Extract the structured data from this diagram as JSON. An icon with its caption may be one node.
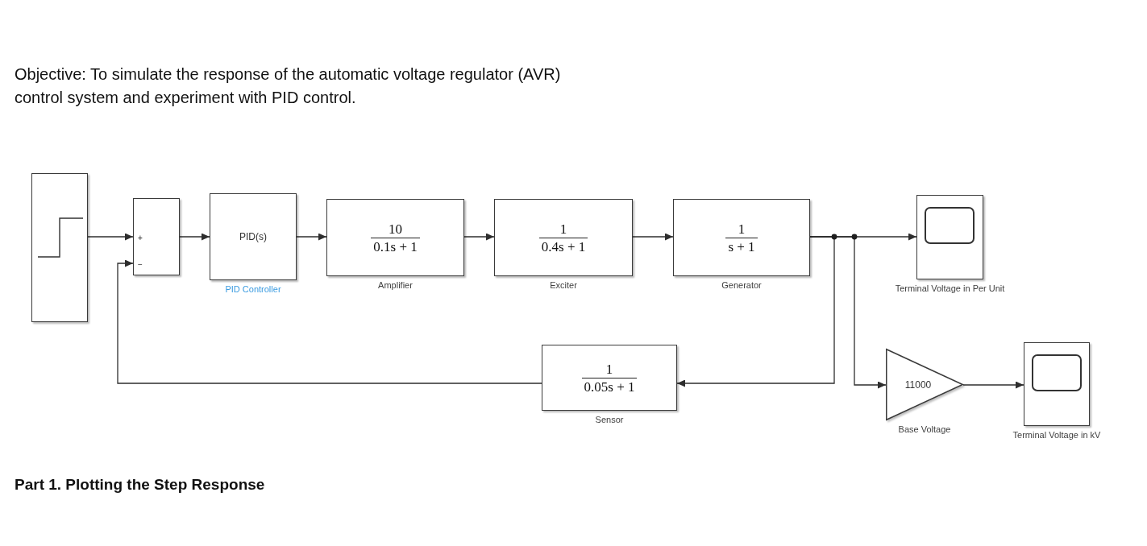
{
  "diagram": {
    "nodes": [
      {
        "text": [],
        "shape": "box"
      },
      {
        "text": [
          "+",
          "−"
        ]
      },
      {
        "text": [
          "PID(s)"
        ],
        "beside": [
          "PID Controller"
        ]
      },
      {
        "text": [
          "10",
          "0.1s + 1"
        ],
        "beside": [
          "Amplifier"
        ]
      },
      {
        "text": [
          "1",
          "0.4s + 1"
        ],
        "beside": [
          "Exciter"
        ]
      },
      {
        "text": [
          "1",
          "s + 1"
        ],
        "beside": [
          "Generator"
        ]
      },
      {
        "text": [],
        "shape": "box",
        "beside": [
          "Terminal Voltage in Per Unit"
        ]
      },
      {
        "text": [
          "1",
          "0.05s + 1"
        ],
        "beside": [
          "Sensor"
        ]
      },
      {
        "text": [
          "11000"
        ],
        "beside": [
          "Base Voltage"
        ]
      },
      {
        "text": [],
        "shape": "box",
        "beside": [
          "Terminal Voltage in kV"
        ]
      }
    ],
    "edges": [
      {
        "from": 0,
        "to": 1,
        "arrow": "to"
      },
      {
        "from": 1,
        "to": 2,
        "arrow": "to"
      },
      {
        "from": 2,
        "to": 3,
        "arrow": "to"
      },
      {
        "from": 3,
        "to": 4,
        "arrow": "to"
      },
      {
        "from": 4,
        "to": 5,
        "arrow": "to"
      },
      {
        "from": 5,
        "to": 6,
        "arrow": "to"
      },
      {
        "from": 5,
        "to": 7,
        "arrow": "to"
      },
      {
        "from": 7,
        "to": 1,
        "arrow": "to"
      },
      {
        "from": 5,
        "to": 8,
        "arrow": "to"
      },
      {
        "from": 8,
        "to": 9,
        "arrow": "to"
      }
    ],
    "labels": [
      "Objective: To simulate the response of the automatic voltage regulator (AVR) control system and experiment with PID control.",
      "Part 1. Plotting the Step Response"
    ]
  }
}
